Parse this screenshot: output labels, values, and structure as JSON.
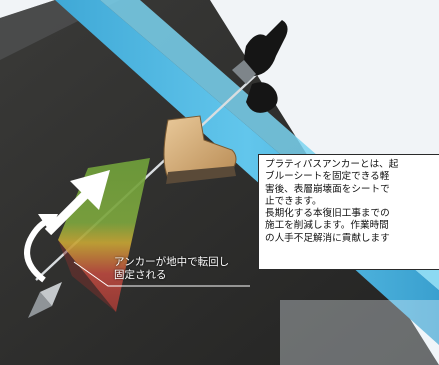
{
  "callout": {
    "lines": [
      "プラティパスアンカーとは、起",
      "ブルーシートを固定できる軽",
      "害後、表層崩壊面をシートで",
      "止できます。",
      "長期化する本復旧工事までの",
      "施工を削減します。作業時間",
      "の人手不足解消に貢献します"
    ]
  },
  "anchor_label": {
    "lines": [
      "アンカーが地中で転回し",
      "固定される"
    ]
  },
  "colors": {
    "soil": "#2b2b2a",
    "blue_sheet": "#4ab3dc",
    "cone_green": "#6f9f3a",
    "cone_yellow": "#c7a635",
    "cone_red": "#b9493f"
  },
  "icons": [
    "up-arrow-icon",
    "rotate-arrow-icon",
    "anchor-head-icon",
    "boot-icon",
    "gloved-hand-icon"
  ]
}
